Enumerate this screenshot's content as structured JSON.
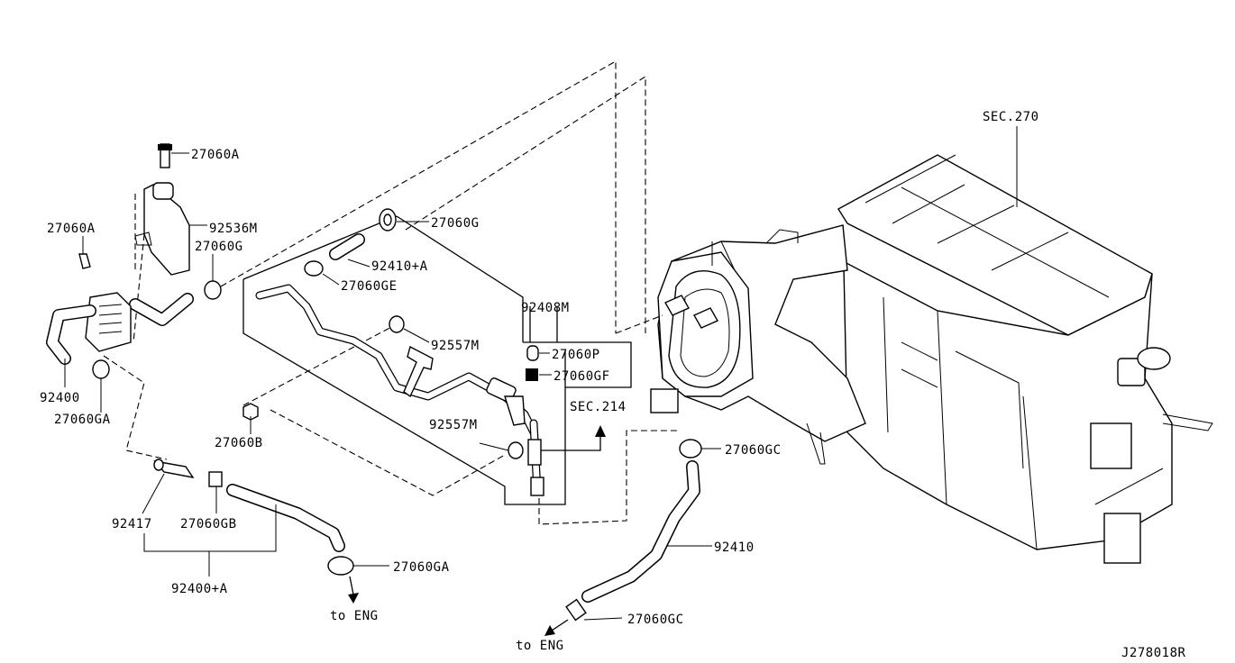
{
  "diagram": {
    "code": "J278018R",
    "callouts": {
      "sec_270": "SEC.270",
      "sec_214": "SEC.214",
      "p_27060A_top": "27060A",
      "p_27060A_left": "27060A",
      "p_92536M": "92536M",
      "p_27060G_left": "27060G",
      "p_27060G_top": "27060G",
      "p_92410A": "92410+A",
      "p_27060GE": "27060GE",
      "p_92408M": "92408M",
      "p_92557M_upper": "92557M",
      "p_92557M_lower": "92557M",
      "p_27060P": "27060P",
      "p_27060GF": "27060GF",
      "p_92400": "92400",
      "p_27060GA_left": "27060GA",
      "p_27060B": "27060B",
      "p_92417": "92417",
      "p_27060GB": "27060GB",
      "p_92400A": "92400+A",
      "p_27060GA_bottom": "27060GA",
      "p_27060GC_upper": "27060GC",
      "p_92410": "92410",
      "p_27060GC_lower": "27060GC"
    },
    "directions": {
      "to_eng_left": "to ENG",
      "to_eng_right": "to ENG"
    }
  }
}
